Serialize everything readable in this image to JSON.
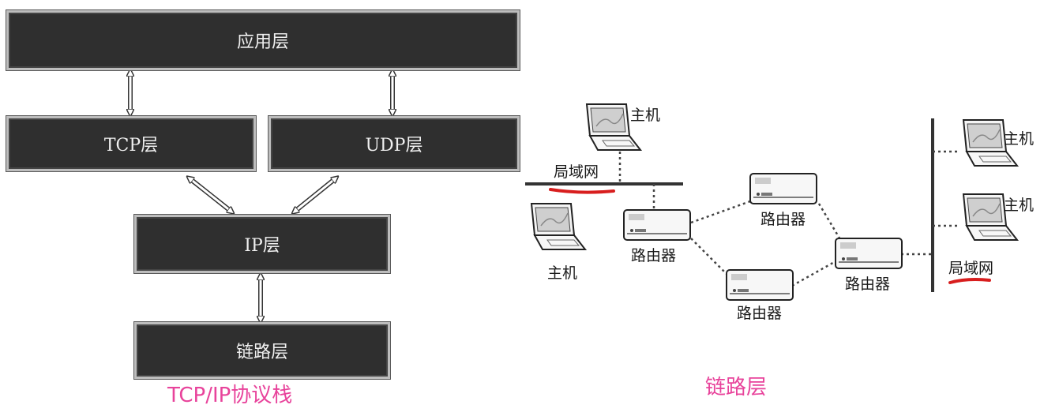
{
  "stack": {
    "layers": {
      "application": "应用层",
      "tcp": "TCP层",
      "udp": "UDP层",
      "ip": "IP层",
      "link": "链路层"
    },
    "caption": "TCP/IP协议栈"
  },
  "network": {
    "host_label": "主机",
    "router_label": "路由器",
    "lan_label": "局域网",
    "caption": "链路层",
    "highlight_color": "#d81e1e"
  }
}
